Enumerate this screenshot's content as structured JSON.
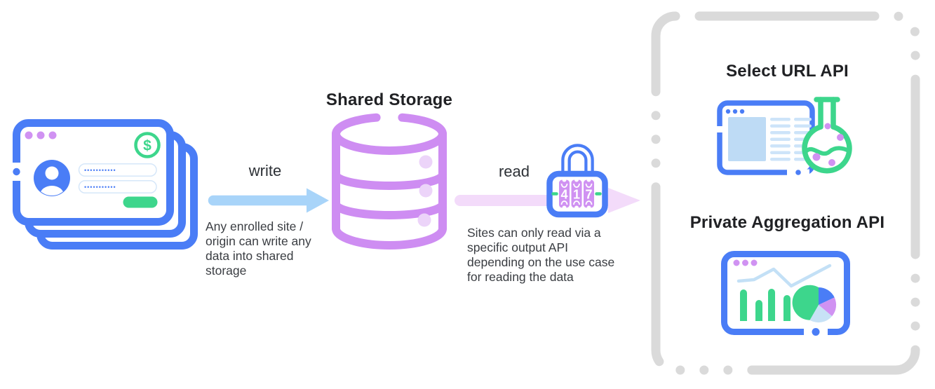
{
  "titles": {
    "shared_storage": "Shared Storage",
    "select_url_api": "Select URL API",
    "private_aggregation_api": "Private Aggregation API"
  },
  "flows": {
    "write": {
      "label": "write",
      "caption": "Any enrolled site /\norigin can write any\ndata into shared\nstorage"
    },
    "read": {
      "label": "read",
      "caption": "Sites can only read via a\nspecific output API\ndepending on the use case\nfor reading the data"
    }
  },
  "lock": {
    "digits": [
      "4",
      "1",
      "7"
    ]
  },
  "login_window": {
    "dollar_symbol": "$",
    "username_dots": "•••••••••••",
    "password_dots": "•••••••••••"
  },
  "colors": {
    "blue": "#4a7df6",
    "arrow_blue": "#a8d4f9",
    "pale_blue_lines": "#cde4f9",
    "pale_blue_block": "#bedbf5",
    "green": "#3dd68c",
    "purple": "#d092f2",
    "pale_purple": "#eed3fa",
    "pink_arrow": "#f3dbfa",
    "gray_dash": "#dadada",
    "title_text": "#202124",
    "body_text": "#3a3d42"
  }
}
